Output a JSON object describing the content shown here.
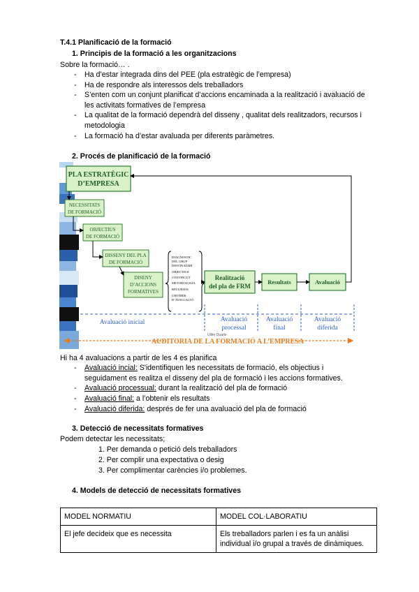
{
  "page": {
    "title": "T.4.1 Planificació de la formació",
    "s1": {
      "heading": "1.  Principis de la formació a les organitzacions",
      "intro": "Sobre la formació… .",
      "bullets": [
        "Ha d’estar integrada dins del PEE (pla estratègic de l’empresa)",
        "Ha de respondre als interessos dels treballadors",
        "S’enten com un conjunt planificat d’accions encaminada a la realització i avaluació de",
        "les activitats formatives de l’empresa",
        "La qualitat de la formació dependrà del disseny , qualitat dels realitzadors, recursos i",
        "metodologia",
        "La formació ha d’estar avaluada per diferents paràmetres."
      ]
    },
    "s2": {
      "heading": "2.  Procés de planificació de la formació"
    },
    "diagram": {
      "box_pla": [
        "PLA ESTRATÈGIC",
        "D’EMPRESA"
      ],
      "box_necessitats": [
        "NECESSITATS",
        "DE FORMACIÓ"
      ],
      "box_objectius": [
        "OBJECTIUS",
        "DE FORMACIÓ"
      ],
      "box_disseny": [
        "DISSENY DEL PLA",
        "DE FORMACIÓ"
      ],
      "box_accions": [
        "DISENY",
        "D’ACCIONS",
        "FORMATIVES"
      ],
      "brace_items": [
        "DIAGNOSTIC",
        "DEL GRUP",
        "DESTINATARI",
        "OBJECTIUS",
        "CONTINGUT",
        "METODOLOGIA",
        "RECURSOS",
        "CRITERIS",
        "D’AVALUACIÓ"
      ],
      "box_realitzacio": [
        "Realització",
        "del pla de FRM"
      ],
      "box_resultats": "Resultats",
      "box_avaluacio": "Avaluació",
      "label_inicial": "Avaluació inicial",
      "label_processal": [
        "Avaluació",
        "processal"
      ],
      "label_final": [
        "Avaluació",
        "final"
      ],
      "label_diferida": [
        "Avaluació",
        "diferida"
      ],
      "small_mark": "Ullier Duarte",
      "auditoria": "AUDITORIA DE LA FORMACIÓ A L’EMPRESA",
      "colors": {
        "box_fill": "#d9f2c8",
        "box_border": "#2e7d32",
        "text_green": "#1b5e20",
        "blue_line": "#2a5bd7",
        "orange": "#f07a1a"
      }
    },
    "s2b": {
      "intro": "Hi ha 4 avaluacions a partir de les 4 es planifica",
      "items": [
        {
          "label": "Avaluació incial:",
          "text": " S'identifiquen les necessitats de formació, els objectius i"
        },
        {
          "label": "",
          "text": "seguidament es realitza el disseny del pla de formació i les accions formatives."
        },
        {
          "label": "Avaluació processual:",
          "text": " durant la realització del pla de formació"
        },
        {
          "label": "Avaluació final:",
          "text": " a l’obtenir els resultats"
        },
        {
          "label": "Avaluació diferida:",
          "text": " després de fer una avaluació del pla de formació"
        }
      ]
    },
    "s3": {
      "heading": "3.  Detecció de necessitats formatives",
      "intro": "Podem detectar les necessitats;",
      "items": [
        "1.   Per demanda o petició dels treballadors",
        "2.   Per complir una expectativa o desig",
        "3.   Per complimentar carències i/o problemes."
      ]
    },
    "s4": {
      "heading": "4.  Models de detecció de necessitats formatives",
      "table": {
        "headers": [
          "MODEL NORMATIU",
          "MODEL COL·LABORATIU"
        ],
        "row": [
          "El jefe decideix que es necessita",
          "Els treballadors parlen i es fa un anàlisi individual i/o grupal a través de dinàmiques."
        ]
      }
    }
  }
}
